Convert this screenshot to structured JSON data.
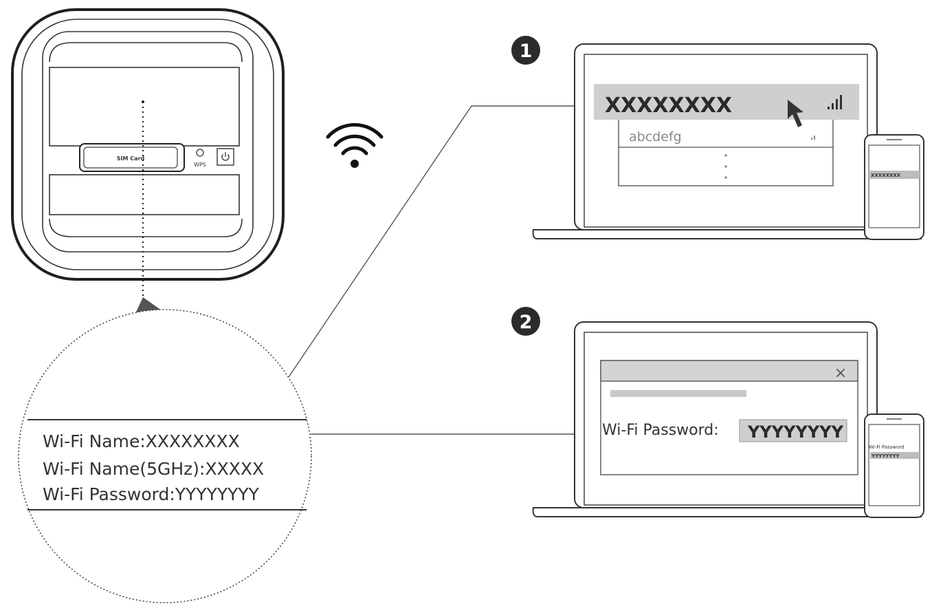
{
  "router": {
    "sim_label": "SIM Card",
    "wps_label": "WPS"
  },
  "steps": {
    "step1_number": "1",
    "step2_number": "2"
  },
  "label": {
    "line1": "Wi-Fi Name:XXXXXXXX",
    "line2": "Wi-Fi Name(5GHz):XXXXX",
    "line3": "Wi-Fi Password:YYYYYYYY"
  },
  "network_list": {
    "selected_name": "XXXXXXXX",
    "other_name": "abcdefg"
  },
  "phone1": {
    "network_name": "XXXXXXXX"
  },
  "dialog": {
    "close_symbol": "×",
    "password_label": "Wi-Fi Password:",
    "password_value": "YYYYYYYY"
  },
  "phone2": {
    "password_label": "Wi-Fi Password",
    "password_value": "YYYYYYYY"
  }
}
